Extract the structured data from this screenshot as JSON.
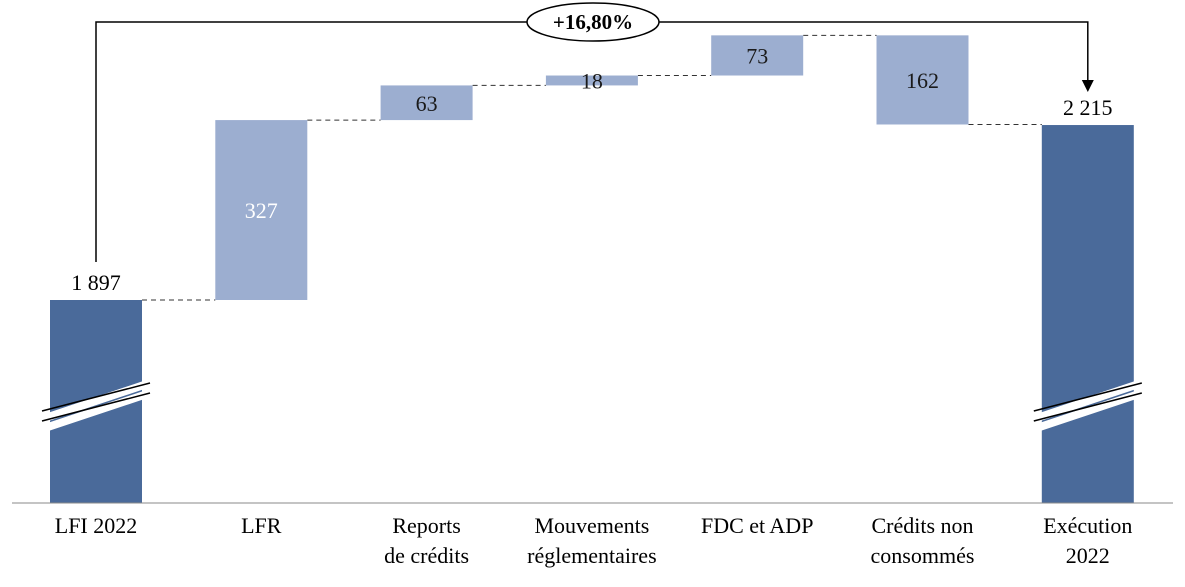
{
  "chart_data": {
    "type": "bar",
    "subtype": "waterfall",
    "categories": [
      [
        "LFI 2022"
      ],
      [
        "LFR"
      ],
      [
        "Reports",
        "de crédits"
      ],
      [
        "Mouvements",
        "réglementaires"
      ],
      [
        "FDC et ADP"
      ],
      [
        "Crédits non",
        "consommés"
      ],
      [
        "Exécution",
        "2022"
      ]
    ],
    "values": [
      1897,
      327,
      63,
      18,
      73,
      -162,
      2215
    ],
    "labels": [
      "1 897",
      "327",
      "63",
      "18",
      "73",
      "162",
      "2 215"
    ],
    "kinds": [
      "total",
      "delta",
      "delta",
      "delta",
      "delta",
      "delta",
      "total"
    ],
    "axis_break": true,
    "annotation": {
      "text": "+16,80%",
      "from_category": "LFI 2022",
      "to_category": "Exécution 2022"
    },
    "colors": {
      "total": "#4a6a9a",
      "delta": "#9caed0",
      "total_label": "#ffffff",
      "delta_label": "#1a1a1a"
    },
    "grid": false,
    "legend": "none"
  }
}
